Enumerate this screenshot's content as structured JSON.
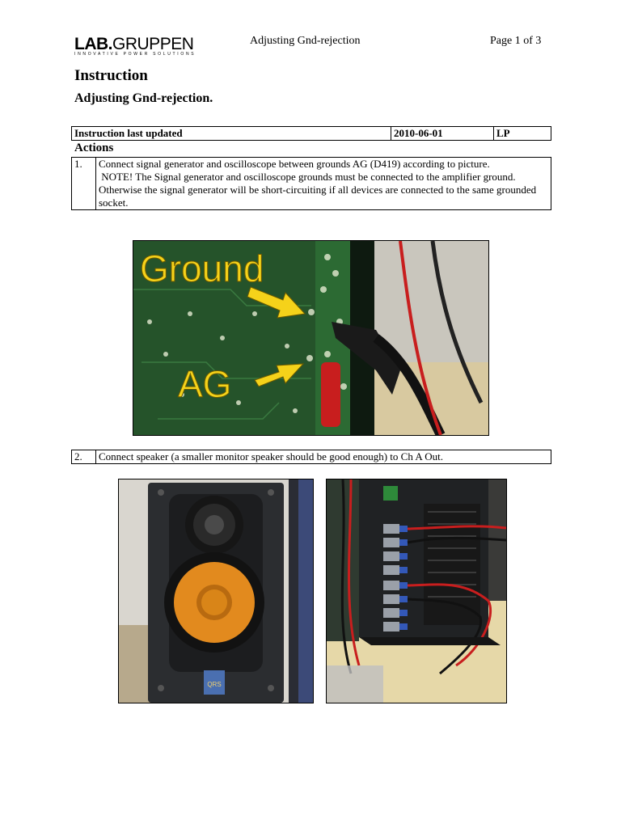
{
  "header": {
    "logo_text_left": "LAB",
    "logo_text_dot": ".",
    "logo_text_right": "GRUPPEN",
    "logo_tagline": "INNOVATIVE POWER SOLUTIONS",
    "doc_title": "Adjusting Gnd-rejection",
    "page_number": "Page 1 of 3"
  },
  "heading": "Instruction",
  "subheading": "Adjusting Gnd-rejection.",
  "updated_table": {
    "label": "Instruction last updated",
    "date": "2010-06-01",
    "author": "LP"
  },
  "actions_label": "Actions",
  "steps": [
    {
      "number": "1.",
      "line1": "Connect signal generator and oscilloscope between grounds AG (D419) according to picture.",
      "line2": " NOTE! The Signal generator and oscilloscope grounds must be connected to the amplifier ground. Otherwise the signal generator will be short-circuiting if all devices are connected to the same grounded socket."
    },
    {
      "number": "2.",
      "line1": "Connect speaker (a smaller monitor speaker should be good enough) to Ch A Out."
    }
  ],
  "photo1": {
    "label_ground": "Ground",
    "label_ag": "AG"
  },
  "photo2": {
    "badge_text": "QRS"
  },
  "colors": {
    "pcb_green": "#1f4a24",
    "label_yellow": "#f5d21a",
    "clip_red": "#c81e1e",
    "woofer_orange": "#e28a1e"
  }
}
